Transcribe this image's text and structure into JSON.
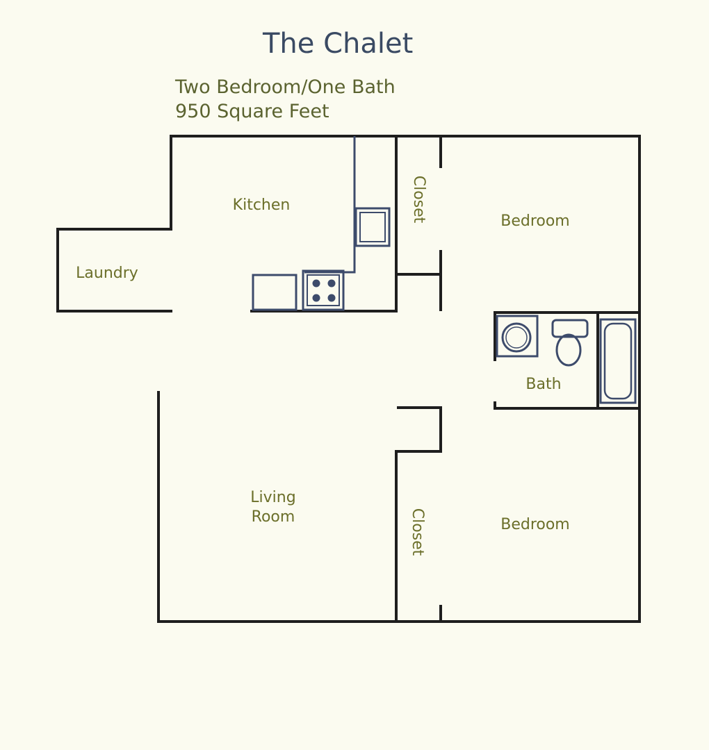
{
  "header": {
    "title": "The Chalet",
    "subtitle_line1": "Two Bedroom/One Bath",
    "subtitle_line2": "950 Square Feet"
  },
  "rooms": {
    "kitchen": "Kitchen",
    "laundry": "Laundry",
    "closet_top": "Closet",
    "bedroom_top": "Bedroom",
    "bath": "Bath",
    "living_line1": "Living",
    "living_line2": "Room",
    "closet_bottom": "Closet",
    "bedroom_bottom": "Bedroom"
  },
  "colors": {
    "background": "#fbfbf0",
    "wall": "#1e1e1e",
    "fixture": "#3d4b6b",
    "label": "#6b6f2a",
    "title": "#3a4a63"
  }
}
